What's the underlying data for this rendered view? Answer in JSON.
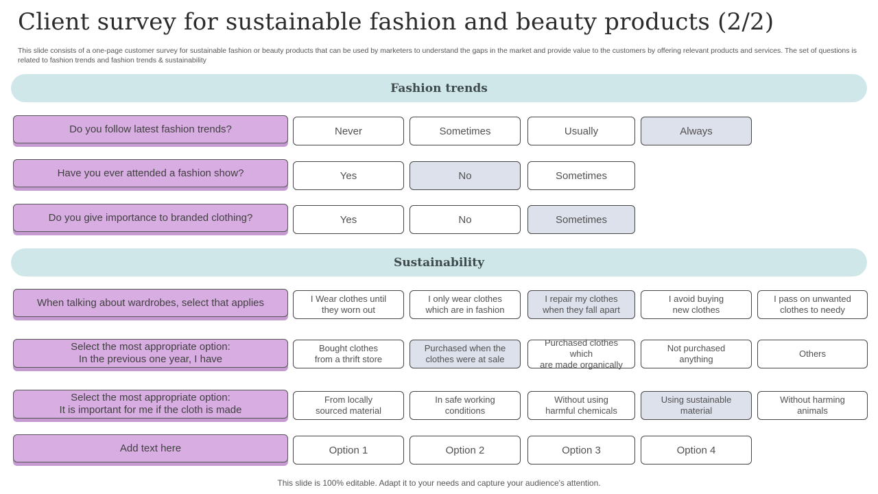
{
  "title": "Client survey for sustainable fashion and beauty products (2/2)",
  "subtitle": "This slide consists of a one-page customer survey for  sustainable fashion or beauty products that can be used by marketers to understand the gaps in the market and provide value to the customers by offering relevant products and services. The set of questions is related to fashion trends and fashion trends & sustainability",
  "sections": {
    "fashion_trends": "Fashion trends",
    "sustainability": "Sustainability"
  },
  "questions": [
    {
      "text": "Do you follow latest fashion trends?",
      "options": [
        "Never",
        "Sometimes",
        "Usually",
        "Always"
      ],
      "selected": "Always"
    },
    {
      "text": "Have you ever attended a fashion show?",
      "options": [
        "Yes",
        "No",
        "Sometimes"
      ],
      "selected": "No"
    },
    {
      "text": "Do you give importance to branded clothing?",
      "options": [
        "Yes",
        "No",
        "Sometimes"
      ],
      "selected": "Sometimes"
    },
    {
      "text": "When talking about wardrobes, select that applies",
      "options": [
        "I Wear clothes until\nthey worn out",
        "I only wear clothes\nwhich are in fashion",
        "I repair  my clothes\nwhen they fall apart",
        "I avoid  buying\nnew clothes",
        "I pass on unwanted\nclothes to needy"
      ],
      "selected": "I repair  my clothes\nwhen they fall apart"
    },
    {
      "text": "Select the most appropriate option:\nIn the previous one year, I have",
      "options": [
        "Bought clothes\nfrom a thrift store",
        "Purchased when the\nclothes were at sale",
        "Purchased clothes which\nare made organically",
        "Not purchased\nanything",
        "Others"
      ],
      "selected": "Purchased when the\nclothes were at sale"
    },
    {
      "text": "Select the most appropriate option:\nIt is important for me if the cloth is made",
      "options": [
        "From locally\nsourced material",
        "In safe working\nconditions",
        "Without using\nharmful chemicals",
        "Using sustainable\nmaterial",
        "Without harming\nanimals"
      ],
      "selected": "Using sustainable\nmaterial"
    },
    {
      "text": "Add text here",
      "options": [
        "Option 1",
        "Option 2",
        "Option 3",
        "Option 4"
      ],
      "selected": ""
    }
  ],
  "footer": "This slide is 100% editable. Adapt it to your needs and capture your audience's attention.",
  "colors": {
    "band": "#cfe7e9",
    "question": "#d8ade2",
    "selected_option": "#dde1ec"
  }
}
